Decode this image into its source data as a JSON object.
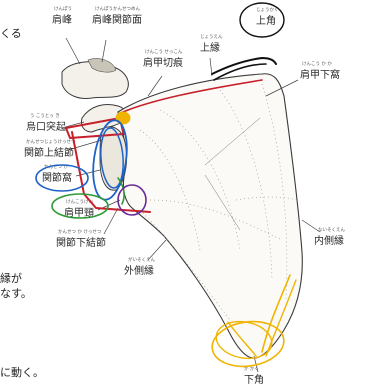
{
  "labels": {
    "kenpo": {
      "text": "肩峰",
      "ruby": "けんぽう"
    },
    "kenpo_kansetsumen": {
      "text": "肩峰関節面",
      "ruby": "けんぽうかんせつめん"
    },
    "jokaku": {
      "text": "上角",
      "ruby": "じょうかく"
    },
    "joen": {
      "text": "上縁",
      "ruby": "じょうえん"
    },
    "kenko_setsuko": {
      "text": "肩甲切痕",
      "ruby": "けんこう せっこん"
    },
    "kenko_kaka": {
      "text": "肩甲下窩",
      "ruby": "けんこう か か"
    },
    "ukotokki": {
      "text": "烏口突起",
      "ruby": "う こうとっ き"
    },
    "kansetsu_jokessetsu": {
      "text": "関節上結節",
      "ruby": "かんせつじょうけっせつ"
    },
    "kansetsuka": {
      "text": "関節窩",
      "ruby": "かんせつ か"
    },
    "kenkokei": {
      "text": "肩甲頸",
      "ruby": "けんこうけい"
    },
    "kansetsu_kakessetsu": {
      "text": "関節下結節",
      "ruby": "かんせつ か けっせつ"
    },
    "naisokuen": {
      "text": "内側縁",
      "ruby": "ないそくえん"
    },
    "gaisokuen": {
      "text": "外側縁",
      "ruby": "がいそくえん"
    },
    "kakaku": {
      "text": "下角",
      "ruby": "か かく"
    }
  },
  "edge_text": {
    "t1": "くる",
    "t2": "縁が",
    "t3": "なす。",
    "t4": "に動く。"
  },
  "colors": {
    "bone_outline": "#3a3a3a",
    "red_marker": "#c8202a",
    "blue_marker": "#1f63c8",
    "green_marker": "#2e9a35",
    "purple_marker": "#6a2a9a",
    "orange_marker": "#f0b400",
    "black_marker": "#111111"
  }
}
